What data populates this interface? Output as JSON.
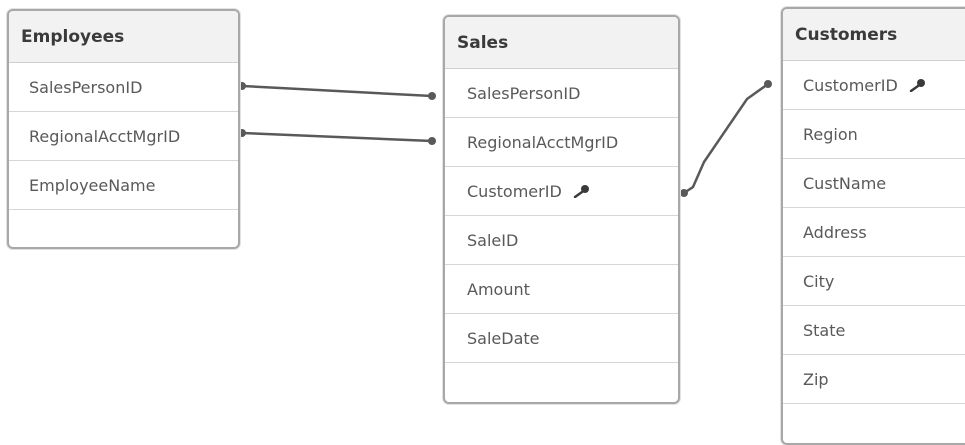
{
  "colors": {
    "link_line": "#595959",
    "table_border": "#a8a8a8",
    "header_background": "#f2f2f2",
    "text": "#595959"
  },
  "tables": {
    "employees": {
      "title": "Employees",
      "fields": [
        "SalesPersonID",
        "RegionalAcctMgrID",
        "EmployeeName"
      ]
    },
    "sales": {
      "title": "Sales",
      "fields": [
        "SalesPersonID",
        "RegionalAcctMgrID",
        "CustomerID",
        "SaleID",
        "Amount",
        "SaleDate"
      ],
      "key_field": "CustomerID"
    },
    "customers": {
      "title": "Customers",
      "fields": [
        "CustomerID",
        "Region",
        "CustName",
        "Address",
        "City",
        "State",
        "Zip"
      ],
      "key_field": "CustomerID"
    }
  },
  "associations": [
    {
      "from": "Employees.SalesPersonID",
      "to": "Sales.SalesPersonID"
    },
    {
      "from": "Employees.RegionalAcctMgrID",
      "to": "Sales.RegionalAcctMgrID"
    },
    {
      "from": "Sales.CustomerID",
      "to": "Customers.CustomerID"
    }
  ],
  "icons": {
    "key_field_marker": "key-icon"
  }
}
